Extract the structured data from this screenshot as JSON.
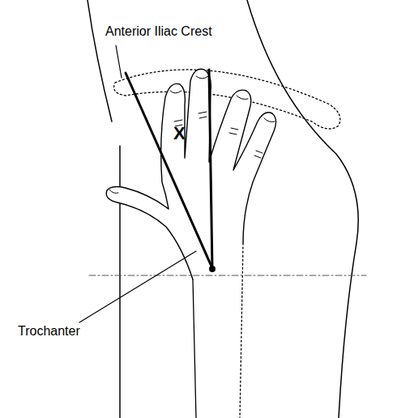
{
  "diagram": {
    "labels": [
      "Anterior Iliac Crest",
      "X",
      "Trochanter"
    ]
  }
}
